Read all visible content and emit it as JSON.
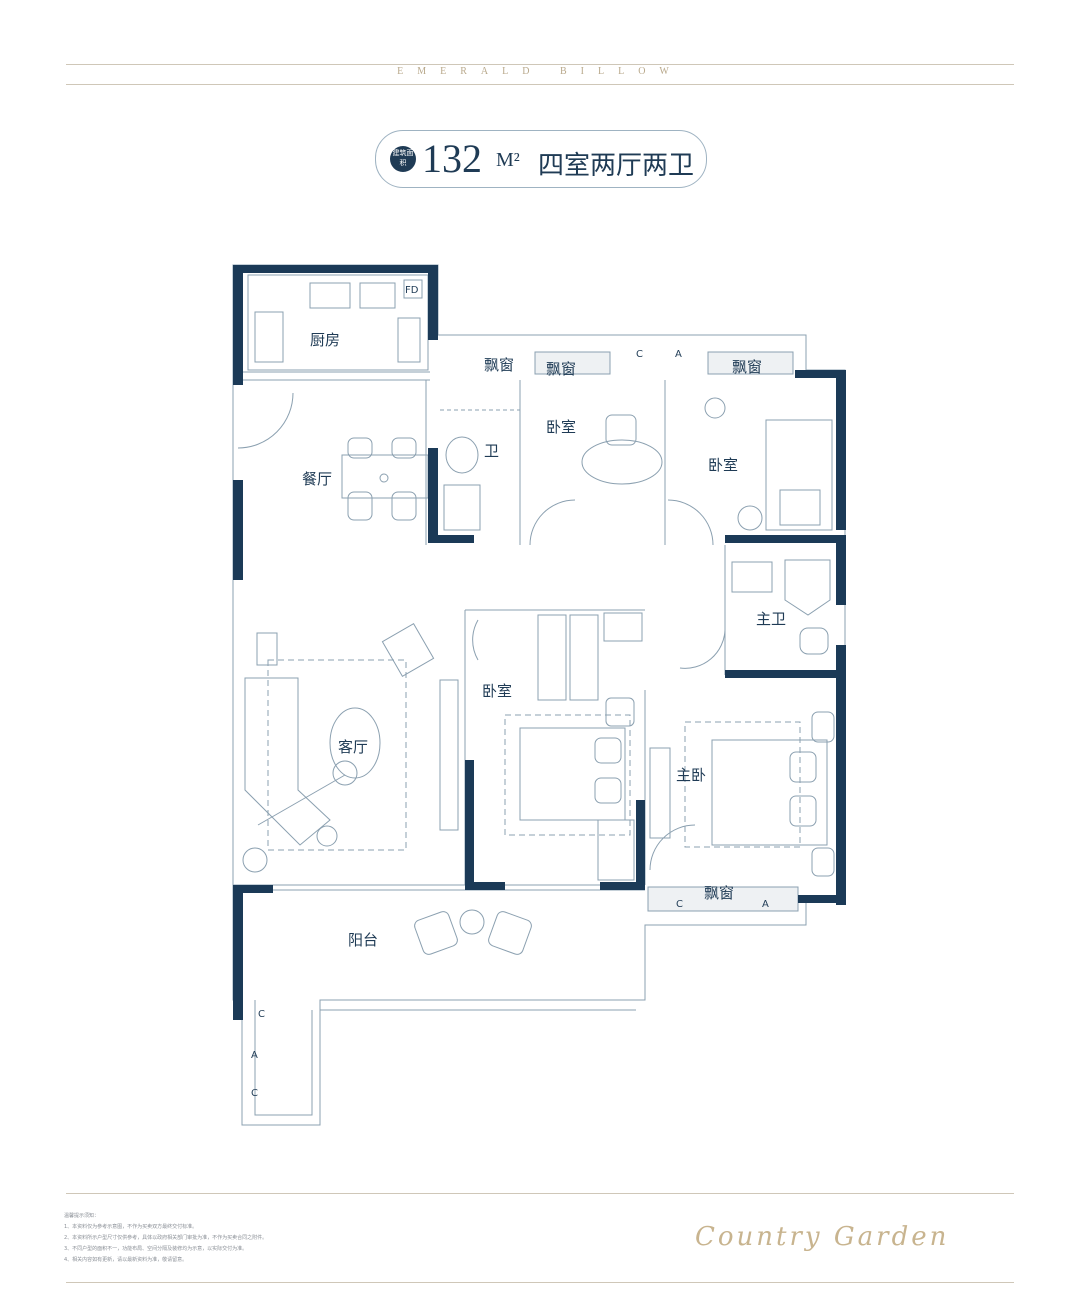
{
  "header": {
    "brand": "EMERALD BILLOW"
  },
  "title_pill": {
    "badge": "建筑面积",
    "area_number": "132",
    "area_unit": "M²",
    "layout_name": "四室两厅两卫"
  },
  "rooms": {
    "kitchen": "厨房",
    "dining": "餐厅",
    "living": "客厅",
    "balcony": "阳台",
    "bathroom": "卫",
    "master_bath": "主卫",
    "bedroom_north_middle": "卧室",
    "bedroom_north_east": "卧室",
    "bedroom_middle": "卧室",
    "master_bedroom": "主卧",
    "bay_window_1": "飘窗",
    "bay_window_2": "飘窗",
    "bay_window_3": "飘窗",
    "bay_window_4": "飘窗",
    "fridge": "FD"
  },
  "ac_units": {
    "c": "C",
    "a": "A"
  },
  "footer": {
    "notes": [
      "温馨提示须知：",
      "1、本资料仅为参考示意图，不作为买卖双方最终交付标准。",
      "2、本资料所示户型尺寸仅供参考，具体以政府相关部门审批为准，不作为买卖合同之附件。",
      "3、不同户型的面积不一，功能布局、空间分隔及装修均为示意，以实际交付为准。",
      "4、相关内容如有更新，请以最新资料为准，敬请留意。"
    ],
    "signature": "Country Garden"
  },
  "colors": {
    "wall": "#1b3a57",
    "line": "#7f97a8",
    "accent": "#c8b48f"
  }
}
